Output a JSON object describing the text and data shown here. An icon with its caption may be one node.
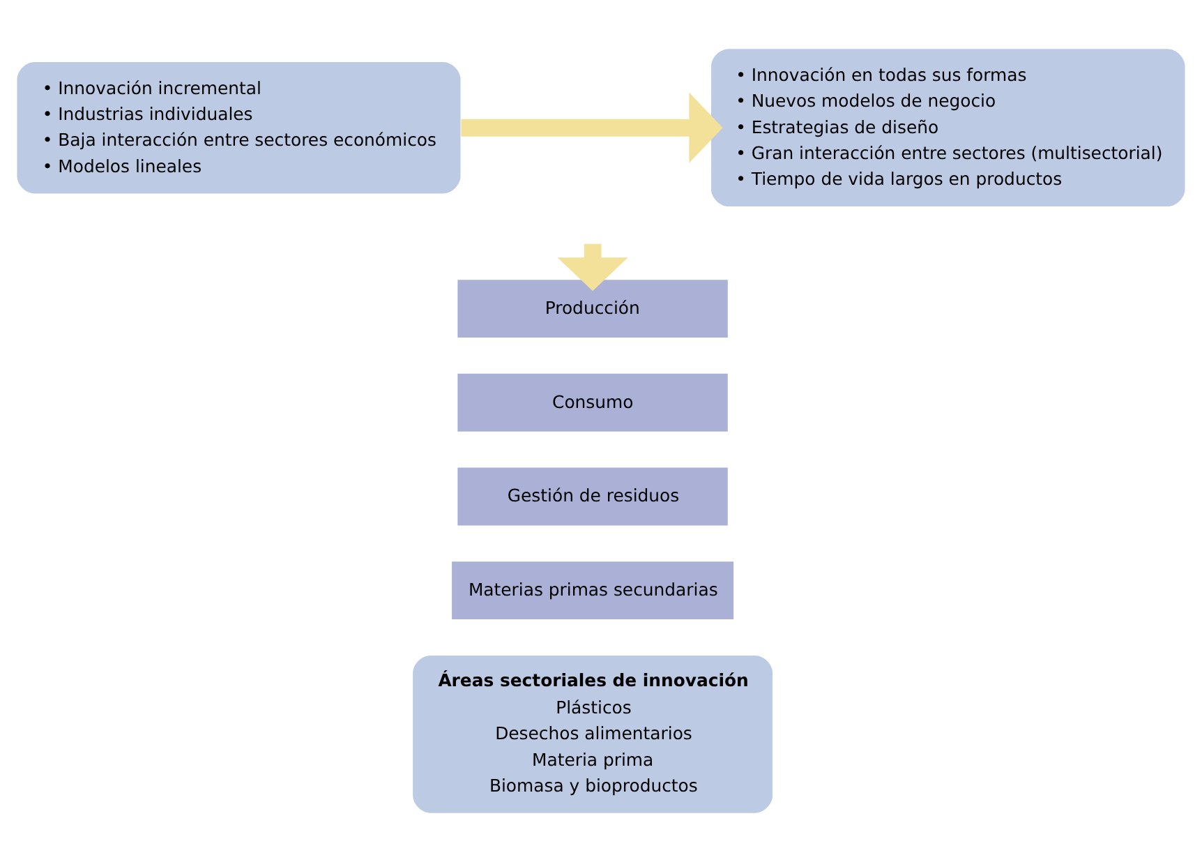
{
  "diagram": {
    "nodes": [
      {
        "text": [
          "• Innovación incremental",
          "• Industrias individuales",
          "• Baja interacción entre sectores económicos",
          "• Modelos lineales"
        ]
      },
      {
        "text": [
          "• Innovación en todas sus formas",
          "• Nuevos modelos de negocio",
          "• Estrategias de diseño",
          "• Gran interacción entre sectores (multisectorial)",
          "• Tiempo de vida largos en productos"
        ]
      },
      {
        "text": [
          "Producción"
        ]
      },
      {
        "text": [
          "Consumo"
        ]
      },
      {
        "text": [
          "Gestión de residuos"
        ]
      },
      {
        "text": [
          "Materias primas secundarias"
        ]
      },
      {
        "text": [
          "Áreas sectoriales de innovación",
          "Plásticos",
          "Desechos alimentarios",
          "Materia prima",
          "Biomasa y bioproductos"
        ]
      }
    ],
    "edges": [
      {
        "from": 0,
        "to": 1,
        "arrow": "to"
      },
      {
        "from": null,
        "to": 2,
        "arrow": "to"
      }
    ]
  }
}
